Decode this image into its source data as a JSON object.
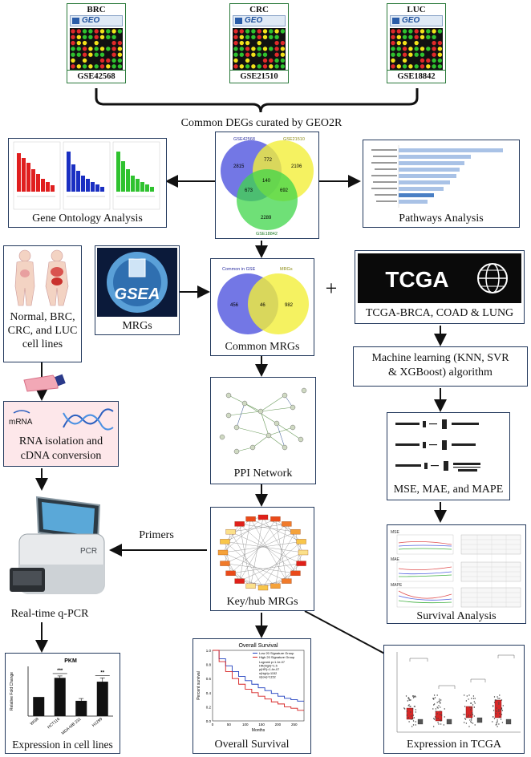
{
  "datasets": [
    {
      "label": "BRC",
      "geo": "GEO",
      "gse": "GSE42568"
    },
    {
      "label": "CRC",
      "geo": "GEO",
      "gse": "GSE21510"
    },
    {
      "label": "LUC",
      "geo": "GEO",
      "gse": "GSE18842"
    }
  ],
  "common_degs_label": "Common DEGs curated by GEO2R",
  "venn1": {
    "sets": [
      "GSE42568",
      "GSE21510",
      "GSE18842"
    ],
    "regions": {
      "a_only": "2815",
      "b_only": "2106",
      "c_only": "2289",
      "ab": "772",
      "ac": "673",
      "bc": "692",
      "abc": "140"
    }
  },
  "gene_ontology_label": "Gene Ontology Analysis",
  "pathways_label": "Pathways Analysis",
  "cells_label": "Normal, BRC, CRC, and LUC cell lines",
  "mrgs_label": "MRGs",
  "gsea_text": "GSEA",
  "venn2": {
    "left": "Common in GSE",
    "right": "MRGs",
    "left_only": "456",
    "overlap": "46",
    "right_only": "982"
  },
  "common_mrgs_label": "Common MRGs",
  "plus_sign": "+",
  "tcga_logo_text": "TCGA",
  "tcga_label": "TCGA-BRCA, COAD & LUNG",
  "ml_label_1": "Machine learning (KNN, SVR",
  "ml_label_2": "& XGBoost) algorithm",
  "metrics_label": "MSE, MAE, and MAPE",
  "rna_mrna_text": "mRNA",
  "rna_label_1": "RNA isolation and",
  "rna_label_2": "cDNA conversion",
  "ppi_label": "PPI Network",
  "qpcr_screen_text": "PCR",
  "primers_label": "Primers",
  "qpcr_label": "Real-time q-PCR",
  "keyhub_label": "Key/hub MRGs",
  "survival_analysis_label": "Survival Analysis",
  "survival_panels": [
    "MSE",
    "MAE",
    "MAPE"
  ],
  "expression_cells_label": "Expression in cell lines",
  "overall_survival_label": "Overall Survival",
  "expression_tcga_label": "Expression in TCGA",
  "chart_data": [
    {
      "type": "bar",
      "title": "PKM",
      "ylabel": "Relative Fold Change",
      "categories": [
        "WI38",
        "HCT116",
        "MDA-MB 231",
        "H1299"
      ],
      "values": [
        1.0,
        2.0,
        0.8,
        1.8
      ],
      "errors": [
        0.0,
        0.1,
        0.12,
        0.2
      ],
      "significance": [
        "",
        "***",
        "",
        "**"
      ],
      "ylim": [
        0,
        2.6
      ]
    },
    {
      "type": "line",
      "title": "Overall Survival",
      "xlabel": "Months",
      "ylabel": "Percent survival",
      "legend": [
        "Low 20 Signature Group",
        "High 20 Signature Group"
      ],
      "stats": [
        "Logrank p=1.1e-07",
        "HR(high)=1.5",
        "p(HR)=1.4e-07",
        "n(high)=1152",
        "n(low)=1152"
      ],
      "xlim": [
        0,
        280
      ],
      "ylim": [
        0,
        1.0
      ],
      "xticks": [
        0,
        50,
        100,
        150,
        200,
        250
      ],
      "yticks": [
        0.0,
        0.2,
        0.4,
        0.6,
        0.8,
        1.0
      ],
      "series": [
        {
          "name": "Low 20 Signature Group",
          "color": "#1f3fbf",
          "x": [
            0,
            20,
            40,
            60,
            80,
            100,
            120,
            140,
            160,
            180,
            200,
            220,
            240,
            260,
            280
          ],
          "y": [
            1.0,
            0.88,
            0.78,
            0.7,
            0.63,
            0.57,
            0.52,
            0.47,
            0.43,
            0.39,
            0.35,
            0.32,
            0.3,
            0.28,
            0.28
          ]
        },
        {
          "name": "High 20 Signature Group",
          "color": "#d62020",
          "x": [
            0,
            20,
            40,
            60,
            80,
            100,
            120,
            140,
            160,
            180,
            200,
            220,
            240,
            260,
            280
          ],
          "y": [
            1.0,
            0.84,
            0.7,
            0.6,
            0.52,
            0.45,
            0.4,
            0.35,
            0.31,
            0.27,
            0.24,
            0.2,
            0.18,
            0.15,
            0.15
          ]
        }
      ]
    }
  ],
  "colors": {
    "box_border": "#23395d",
    "geo_border": "#2b7a3b",
    "venn_blue": "#5a5fe0",
    "venn_yellow": "#f2ef3a",
    "venn_green": "#3fd64a",
    "arrow": "#111111"
  }
}
